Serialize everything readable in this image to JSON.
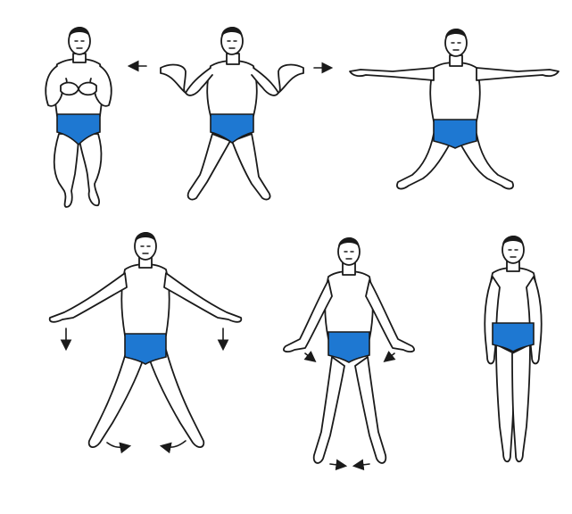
{
  "figure": {
    "panels": [
      {
        "id": "step-1",
        "pose": "kneeling-hands-on-chest"
      },
      {
        "id": "step-2",
        "pose": "kneeling-palms-up-arms-out"
      },
      {
        "id": "step-3",
        "pose": "kneeling-arms-extended-sideways"
      },
      {
        "id": "step-4",
        "pose": "standing-wide-legs-arms-raised"
      },
      {
        "id": "step-5",
        "pose": "standing-legs-apart-arms-lowering"
      },
      {
        "id": "step-6",
        "pose": "standing-feet-together-arms-down"
      }
    ],
    "colors": {
      "trunks": "#1e78d2",
      "outline": "#1a1a1a",
      "background": "#ffffff"
    }
  }
}
